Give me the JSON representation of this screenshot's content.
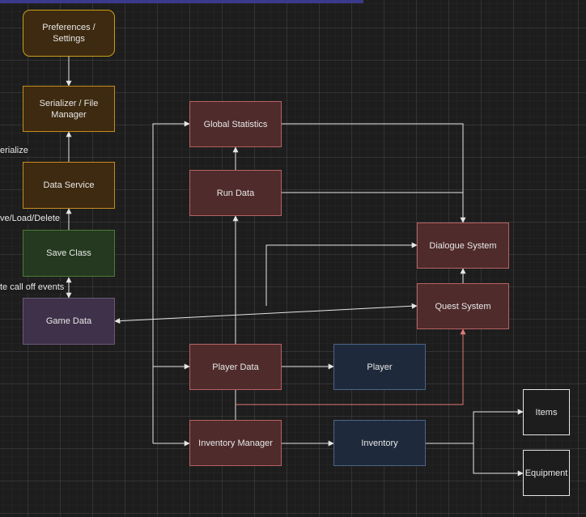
{
  "nodes": {
    "preferences": "Preferences /\nSettings",
    "serializer": "Serializer / File\nManager",
    "data_service": "Data Service",
    "save_class": "Save Class",
    "game_data": "Game Data",
    "global_statistics": "Global Statistics",
    "run_data": "Run Data",
    "player_data": "Player Data",
    "inventory_manager": "Inventory Manager",
    "player": "Player",
    "inventory": "Inventory",
    "dialogue_system": "Dialogue System",
    "quest_system": "Quest System",
    "items": "Items",
    "equipment": "Equipment"
  },
  "edge_labels": {
    "serialize": "erialize",
    "save_load_delete": "ve/Load/Delete",
    "call_off_events": "te call off events"
  },
  "colors": {
    "edge": "#e6e6e6",
    "edge_highlight": "#e57878",
    "brown_fill": "#3e2a10",
    "green_fill": "#24391f",
    "purple_fill": "#3f3149",
    "red_fill": "#4f2b2b",
    "navy_fill": "#1e2a3b"
  }
}
